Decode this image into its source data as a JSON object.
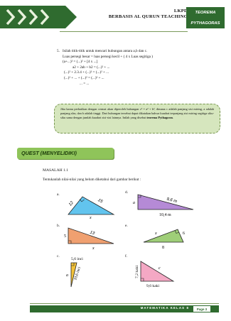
{
  "header": {
    "title_line1": "LKPD",
    "title_line2": "BERBASIS AL QURUN TEACHING",
    "badge_line1": "TEOREMA",
    "badge_line2": "PYTHAGORAS"
  },
  "item5": {
    "number": "5.",
    "lines": [
      "Isilah titik-titik untuk mencari hubungan antara a,b dan c.",
      "Luas persegi besar = luas persegi kecil + ( 4 x Luas segitiga )",
      "(a+...)² = (...)² + [4 x ...]",
      "a2 + 2ab + b2 = (...)² + ...",
      "(...)² + 2.3.4 + (...)² = (...)² + ...",
      "(...)² + ... + (...)² = (...)² + ...",
      "... = ..."
    ]
  },
  "note": {
    "text_before": "Jika kamu perhatikan dengan cermat akan diperoleh hubungan c² = a² + b², dimana c adalah panjang sisi miring, a adalah panjang alas, dan b adalah tinggi. Dari hubungan tersebut dapat dikatakan bahwa kuadrat terpanjang sisi miring segitiga siku-siku sama dengan jumlah kuadrat sisi-sisi lainnya. Inilah yang disebut ",
    "text_bold": "teorema Pythagoras",
    "text_after": "."
  },
  "quest": {
    "label": "QUEST (MENYELIDIKI)"
  },
  "masalah": {
    "title": "MASALAH 1.1",
    "instruction": "Tentukanlah nilai-nilai yang belum diketahui dari gambar berikut :"
  },
  "figures": {
    "a": {
      "letter": "a.",
      "s1": "12",
      "s2": "15",
      "s3": "x",
      "color": "#62c4ee"
    },
    "b": {
      "letter": "b.",
      "s1": "5",
      "s2": "13",
      "s3": "x",
      "color": "#f0a070"
    },
    "c": {
      "letter": "c.",
      "s1": "5,6 inci",
      "s2": "10,6 inci",
      "s3": "a",
      "color": "#f2c23a"
    },
    "d": {
      "letter": "d.",
      "s1": "a",
      "s2": "9,6 m",
      "s3": "10,4 m",
      "color": "#b58ad6"
    },
    "e": {
      "letter": "e.",
      "s1": "x",
      "s2": "6",
      "s3": "8",
      "color": "#9fce78"
    },
    "f": {
      "letter": "f.",
      "s1": "7,2 kaki",
      "s2": "c",
      "s3": "9,6 kaki",
      "color": "#f4a8c4"
    }
  },
  "footer": {
    "text": "MATEMATIKA KELAS 8",
    "page": "Page 3"
  }
}
